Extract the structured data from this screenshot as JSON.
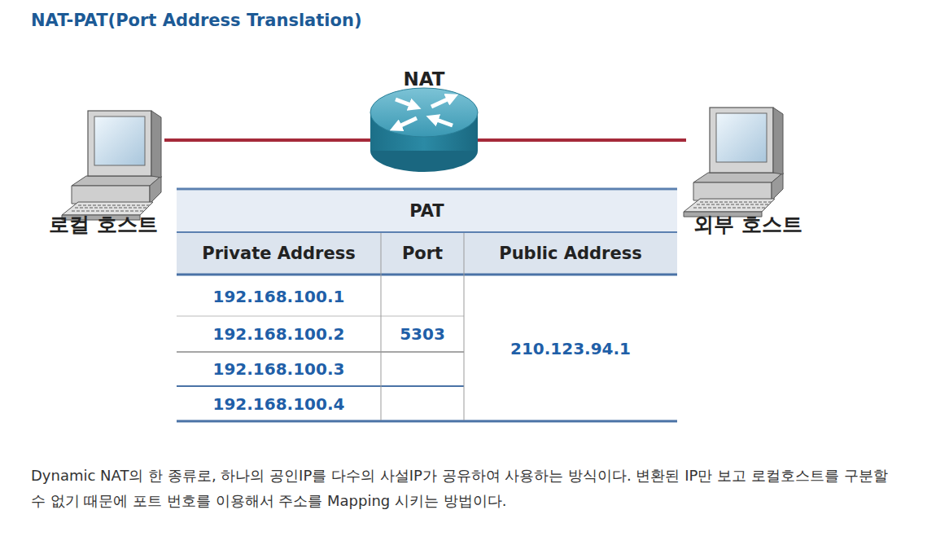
{
  "diagram": {
    "title": "NAT-PAT(Port Address Translation)",
    "caption": "Dynamic NAT의 한 종류로, 하나의 공인IP를 다수의 사설IP가 공유하여 사용하는 방식이다. 변환된 IP만 보고 로컬호스트를 구분할 수 없기 때문에 포트 번호를 이용해서 주소를 Mapping 시키는 방법이다.",
    "nodes": [
      {
        "text": [
          "로컬 호스트"
        ]
      },
      {
        "text": [
          "NAT"
        ]
      },
      {
        "text": [
          "외부 호스트"
        ]
      },
      {
        "text": [
          "PAT"
        ]
      }
    ],
    "edges": [
      {
        "from": 0,
        "to": 1,
        "arrow": "none"
      },
      {
        "from": 1,
        "to": 2,
        "arrow": "none"
      }
    ],
    "labels": [
      "Private Address",
      "Port",
      "Public Address",
      "192.168.100.1",
      "192.168.100.2",
      "5303",
      "210.123.94.1",
      "192.168.100.3",
      "192.168.100.4"
    ]
  }
}
